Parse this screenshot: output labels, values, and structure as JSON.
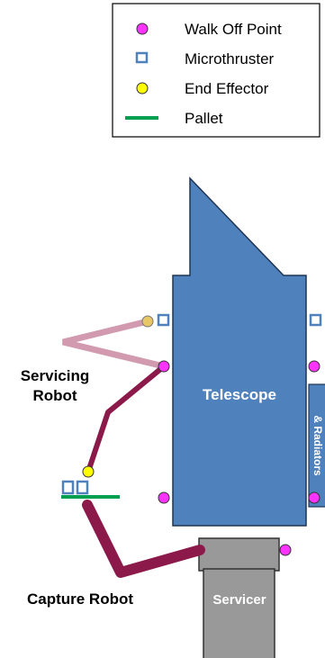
{
  "legend": {
    "items": [
      {
        "label": "Walk Off Point",
        "icon": "magenta-circle-icon",
        "color": "#ff33ff"
      },
      {
        "label": "Microthruster",
        "icon": "blue-square-outline-icon",
        "color": "#4f81bd"
      },
      {
        "label": "End Effector",
        "icon": "yellow-circle-icon",
        "color": "#ffff00"
      },
      {
        "label": "Pallet",
        "icon": "green-line-icon",
        "color": "#00a050"
      }
    ]
  },
  "labels": {
    "telescope": "Telescope",
    "radiators": "& Radiators",
    "servicer": "Servicer",
    "servicing_robot_line1": "Servicing",
    "servicing_robot_line2": "Robot",
    "capture_robot": "Capture Robot"
  },
  "colors": {
    "telescope_fill": "#4f81bd",
    "telescope_stroke": "#1f3554",
    "servicer_fill": "#999999",
    "servicing_arm": "#8b1a4a",
    "servicing_arm_faded": "#d29aae",
    "capture_arm": "#8b1a4a"
  }
}
